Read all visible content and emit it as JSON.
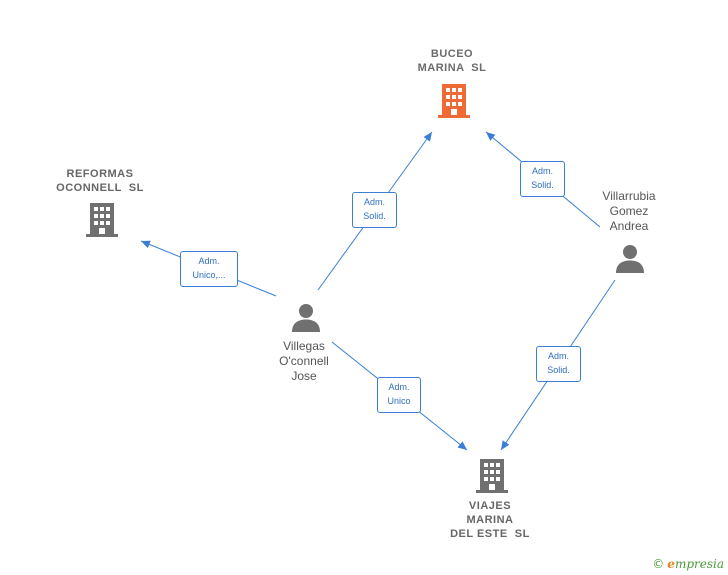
{
  "colors": {
    "edge": "#3a7fd5",
    "highlight_company": "#f06a35",
    "company": "#707070",
    "person": "#707070"
  },
  "companies": {
    "buceo": {
      "label": "BUCEO\nMARINA  SL",
      "icon": "building-icon"
    },
    "reformas": {
      "label": "REFORMAS\nOCONNELL  SL",
      "icon": "building-icon"
    },
    "viajes": {
      "label": "VIAJES\nMARINA\nDEL ESTE  SL",
      "icon": "building-icon"
    }
  },
  "persons": {
    "villegas": {
      "label": "Villegas\nO'connell\nJose",
      "icon": "person-icon"
    },
    "villarrubia": {
      "label": "Villarrubia\nGomez\nAndrea",
      "icon": "person-icon"
    }
  },
  "relations": [
    {
      "id": "villegas-buceo",
      "label": "Adm.\nSolid."
    },
    {
      "id": "villegas-reformas",
      "label": "Adm.\nUnico,..."
    },
    {
      "id": "villegas-viajes",
      "label": "Adm.\nUnico"
    },
    {
      "id": "villarrubia-buceo",
      "label": "Adm.\nSolid."
    },
    {
      "id": "villarrubia-viajes",
      "label": "Adm.\nSolid."
    }
  ],
  "brand": {
    "copyright": "©",
    "initial": "e",
    "name": "mpresia"
  }
}
